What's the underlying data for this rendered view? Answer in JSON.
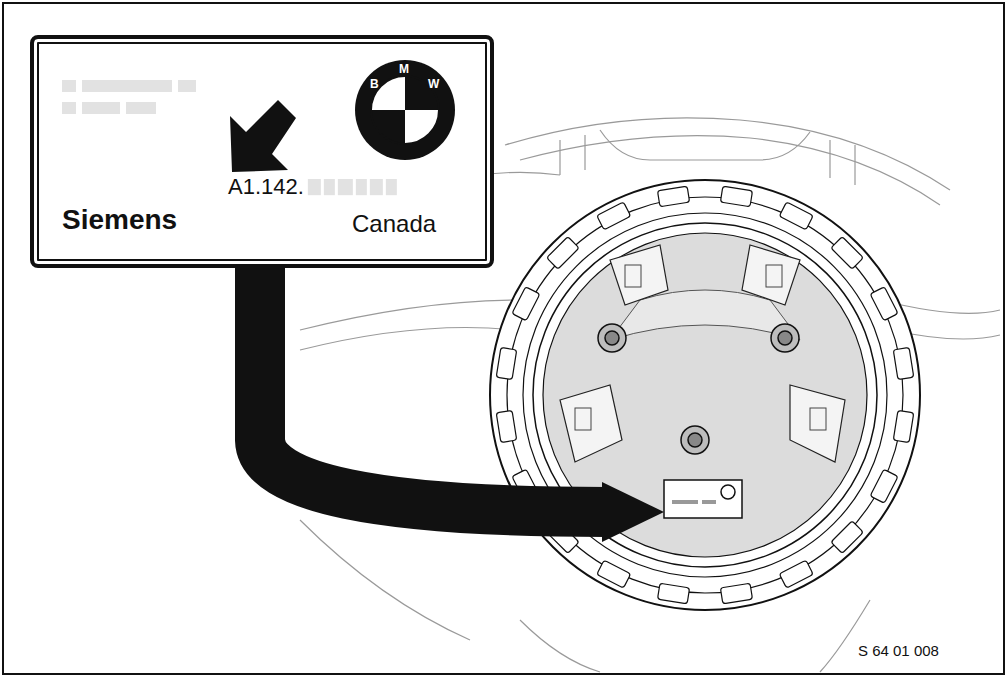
{
  "diagram": {
    "nodes": [
      {
        "text": [
          "A1.142.",
          "Siemens",
          "Canada"
        ]
      }
    ],
    "labels": [
      "B",
      "M",
      "W",
      "S 64 01 008"
    ]
  }
}
